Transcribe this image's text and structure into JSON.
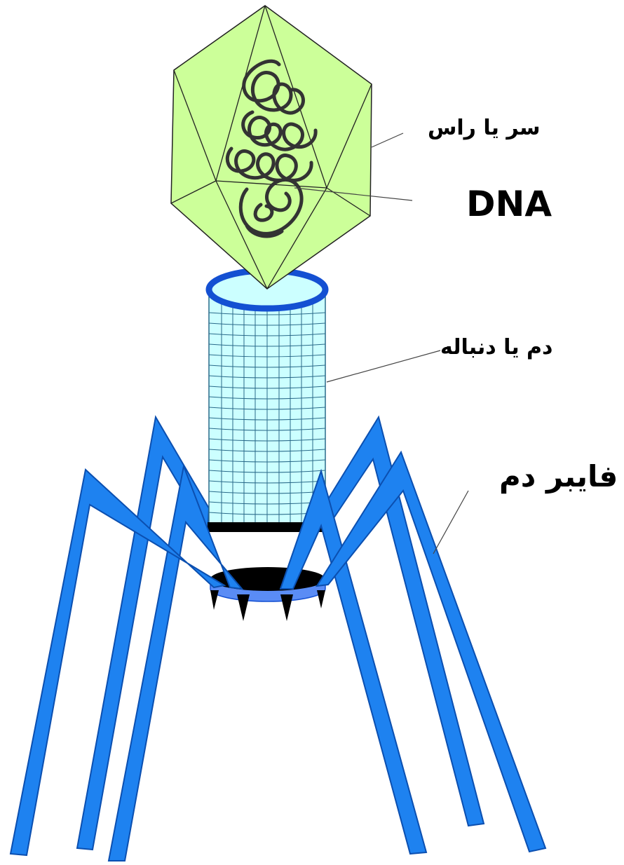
{
  "labels": {
    "head": "سر یا راس",
    "dna": "DNA",
    "tail": "دم یا دنباله",
    "tail_fiber": "فایبر دم"
  },
  "colors": {
    "capsid_fill": "#ccff99",
    "tail_fill": "#ccffff",
    "fiber_blue": "#1e82f0",
    "collar_blue": "#1450d2",
    "baseplate_blue": "#5a8cf5",
    "dna_stroke": "#333333"
  }
}
